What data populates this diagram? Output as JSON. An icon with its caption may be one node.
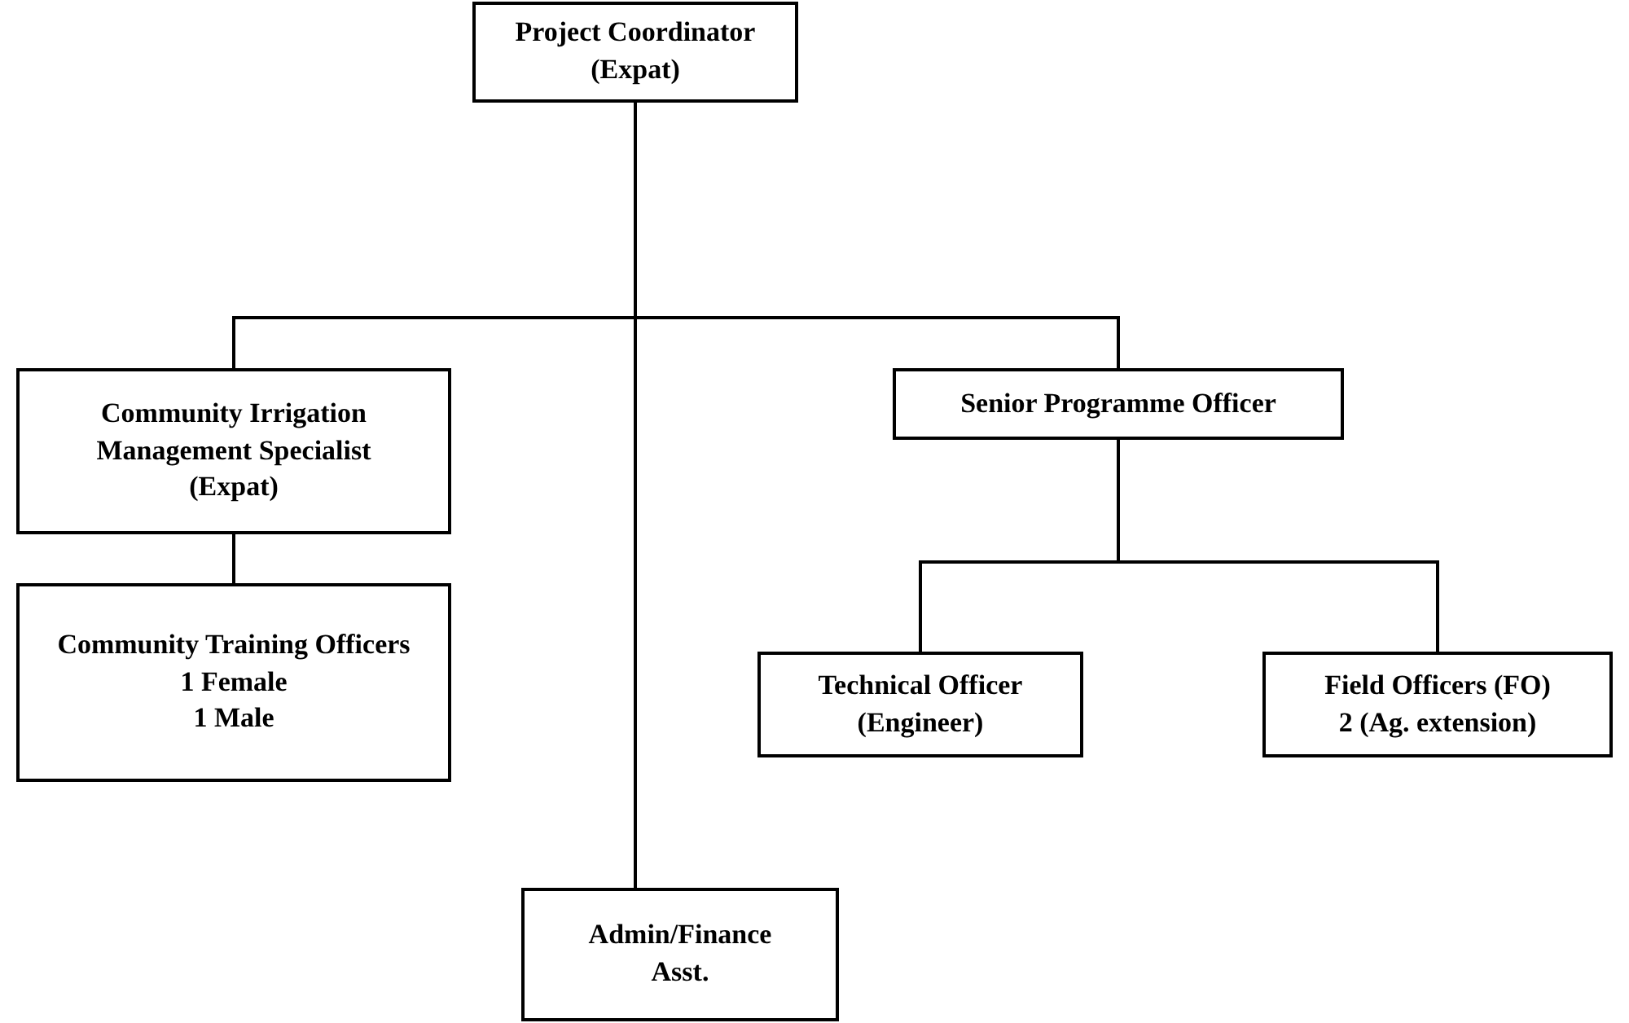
{
  "diagram": {
    "nodes": [
      {
        "text": [
          "Project Coordinator",
          "(Expat)"
        ]
      },
      {
        "text": [
          "Community Irrigation Management Specialist",
          "(Expat)"
        ]
      },
      {
        "text": [
          "Community Training Officers",
          "1 Female",
          "1 Male"
        ]
      },
      {
        "text": [
          "Senior Programme Officer"
        ]
      },
      {
        "text": [
          "Technical Officer",
          "(Engineer)"
        ]
      },
      {
        "text": [
          "Field Officers (FO)",
          "2 (Ag. extension)"
        ]
      },
      {
        "text": [
          "Admin/Finance",
          "Asst."
        ]
      }
    ],
    "edges": [
      {
        "from": 0,
        "to": 1,
        "arrow": "none"
      },
      {
        "from": 0,
        "to": 3,
        "arrow": "none"
      },
      {
        "from": 0,
        "to": 6,
        "arrow": "none"
      },
      {
        "from": 1,
        "to": 2,
        "arrow": "none"
      },
      {
        "from": 3,
        "to": 4,
        "arrow": "none"
      },
      {
        "from": 3,
        "to": 5,
        "arrow": "none"
      }
    ]
  }
}
